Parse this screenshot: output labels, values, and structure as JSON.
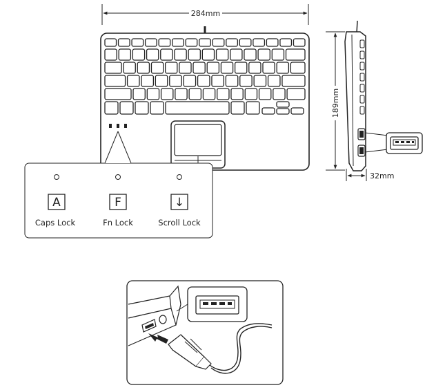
{
  "dimensions": {
    "width_label": "284mm",
    "height_label": "189mm",
    "depth_label": "32mm"
  },
  "indicators": [
    {
      "glyph": "A",
      "label": "Caps Lock"
    },
    {
      "glyph": "F",
      "label": "Fn Lock"
    },
    {
      "glyph": "↓",
      "label": "Scroll Lock"
    }
  ]
}
